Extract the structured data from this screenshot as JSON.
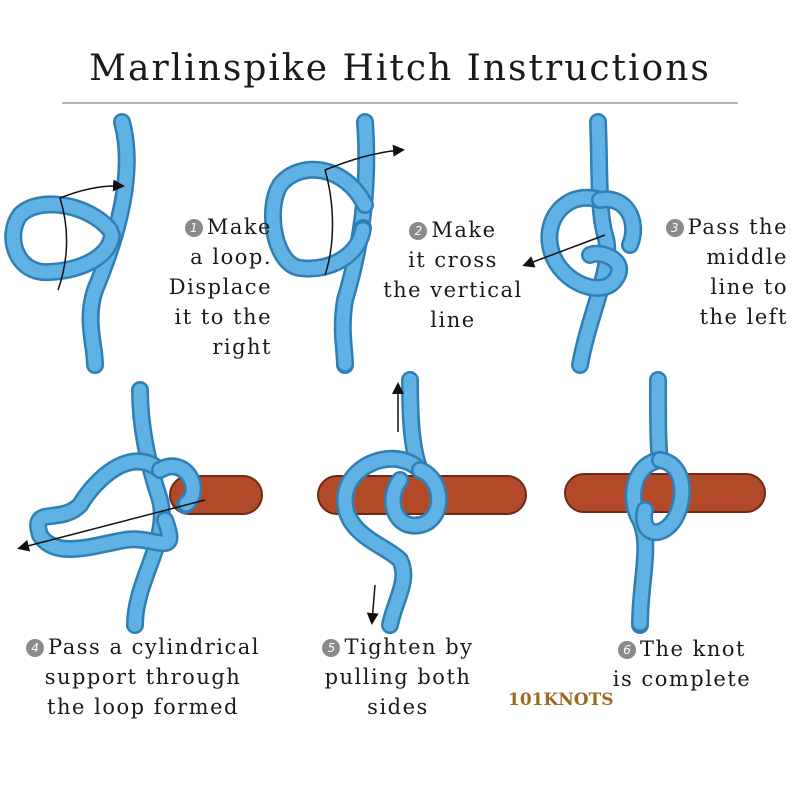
{
  "title": "Marlinspike Hitch Instructions",
  "rope_color": "#5fb2e3",
  "rod_color": "#b24a2a",
  "steps": [
    {
      "number": "1",
      "lines": [
        "Make",
        "a loop.",
        "Displace",
        "it to the",
        "right"
      ]
    },
    {
      "number": "2",
      "lines": [
        "Make",
        "it cross",
        "the vertical",
        "line"
      ]
    },
    {
      "number": "3",
      "lines": [
        "Pass the",
        "middle",
        "line to",
        "the left"
      ]
    },
    {
      "number": "4",
      "lines": [
        "Pass a cylindrical",
        "support through",
        "the loop formed"
      ]
    },
    {
      "number": "5",
      "lines": [
        "Tighten by",
        "pulling both",
        "sides"
      ]
    },
    {
      "number": "6",
      "lines": [
        "The knot",
        "is complete"
      ]
    }
  ],
  "logo": "101KNOTS"
}
